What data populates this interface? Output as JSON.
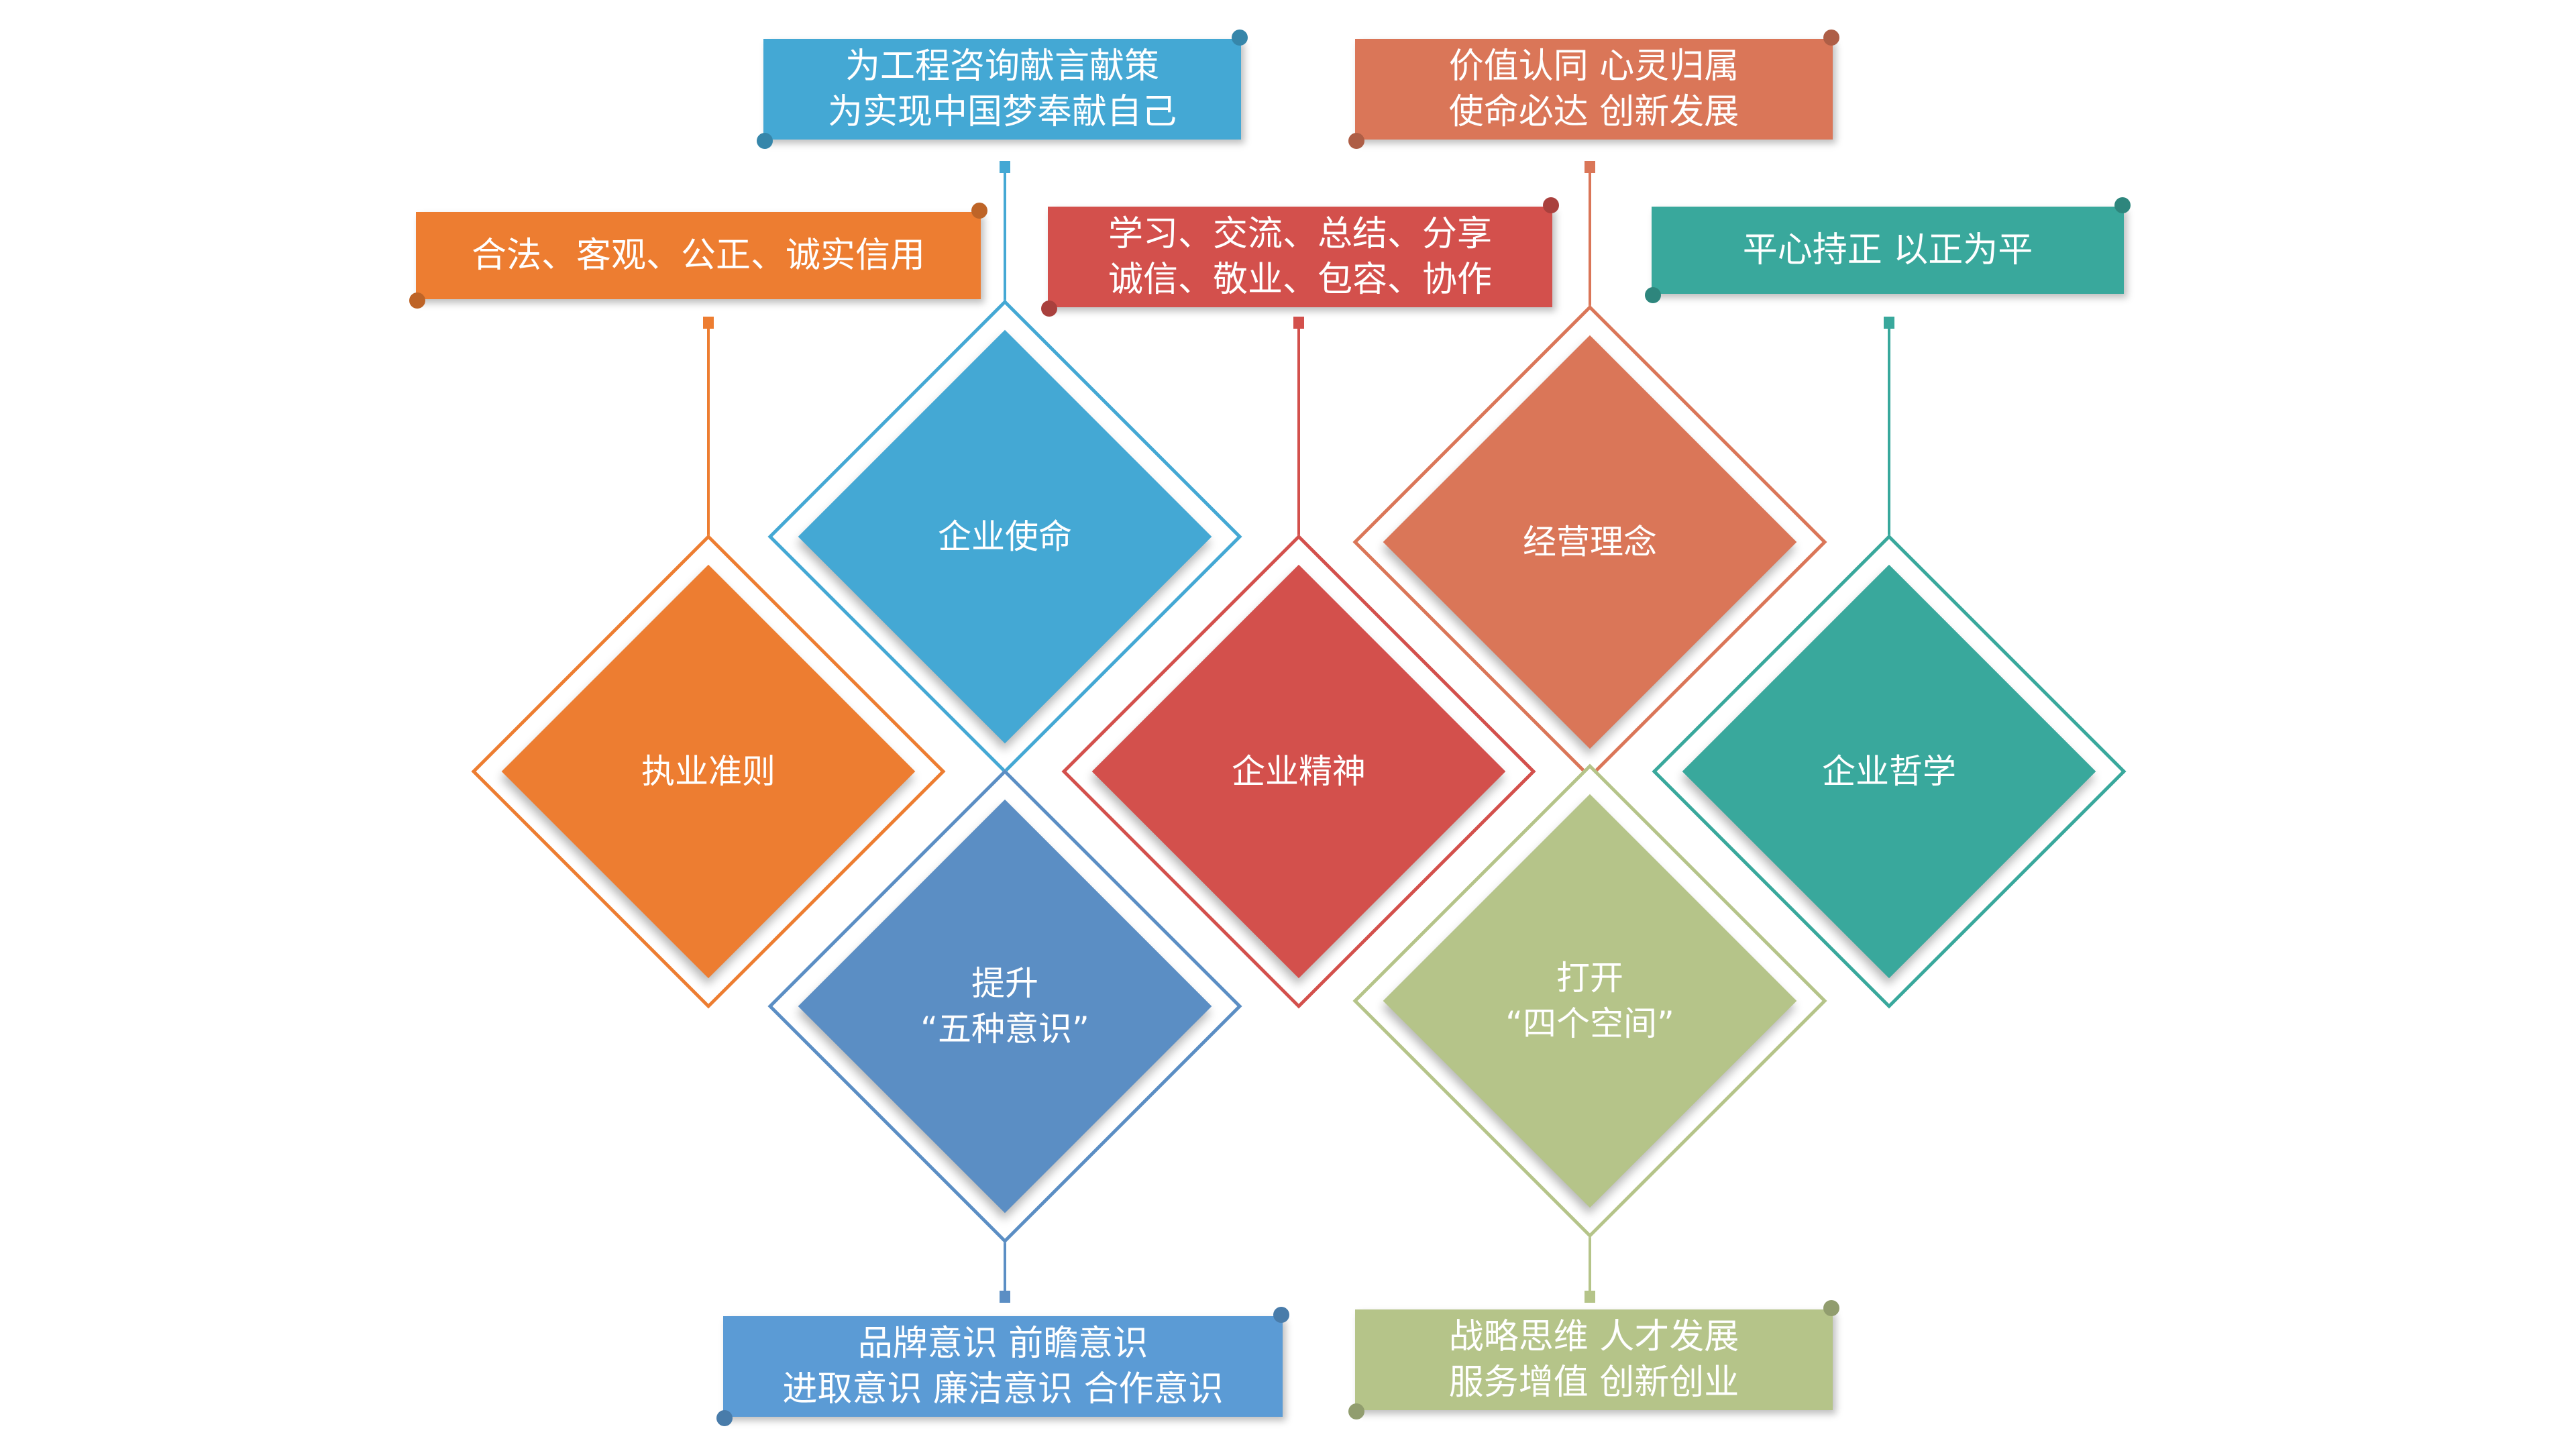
{
  "colors": {
    "orange": "#ED7D31",
    "blue": "#44A8D4",
    "red": "#D3504C",
    "coral": "#DA7658",
    "teal": "#39A89C",
    "steel": "#5B8EC4",
    "olive": "#B5C489",
    "banner_blue_bottom": "#5B9BD5"
  },
  "diamonds": {
    "zhiye": "执业准则",
    "shiming": "企业使命",
    "jingshen": "企业精神",
    "linian": "经营理念",
    "zhexue": "企业哲学",
    "tisheng": "提升\n“五种意识”",
    "dakai": "打开\n“四个空间”"
  },
  "banners": {
    "zhiye": "合法、客观、公正、诚实信用",
    "shiming": "为工程咨询献言献策\n为实现中国梦奉献自己",
    "jingshen": "学习、交流、总结、分享\n诚信、敬业、包容、协作",
    "linian": "价值认同  心灵归属\n使命必达  创新发展",
    "zhexue": "平心持正  以正为平",
    "tisheng": "品牌意识  前瞻意识\n进取意识  廉洁意识  合作意识",
    "dakai": "战略思维  人才发展\n服务增值  创新创业"
  }
}
